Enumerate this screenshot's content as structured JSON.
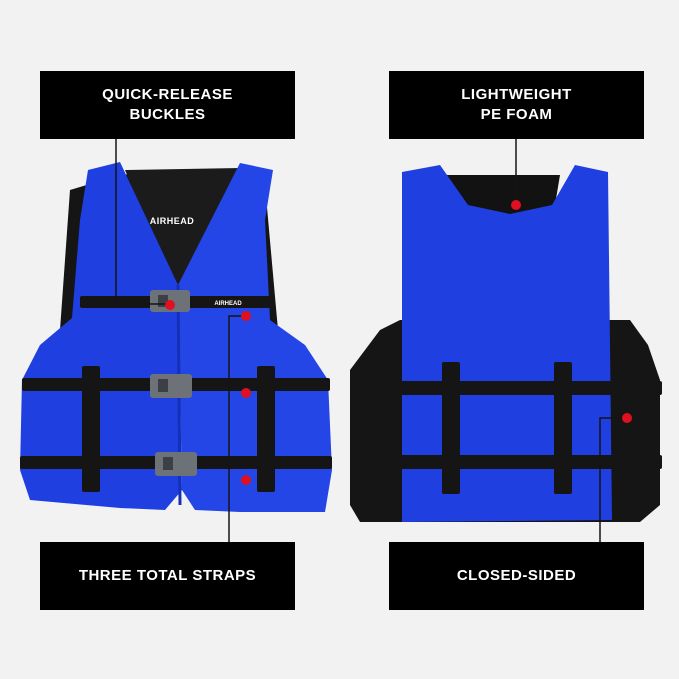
{
  "callouts": {
    "buckles": "QUICK-RELEASE\nBUCKLES",
    "foam": "LIGHTWEIGHT\nPE FOAM",
    "straps": "THREE TOTAL STRAPS",
    "sides": "CLOSED-SIDED"
  },
  "brand": {
    "collar_logo": "AIRHEAD",
    "strap_logo": "AIRHEAD"
  },
  "colors": {
    "vest_blue": "#1f3fe0",
    "vest_blue_dark": "#1430b8",
    "strap_black": "#151515",
    "buckle_gray": "#6d7278",
    "marker_red": "#e01020",
    "background": "#f2f2f2"
  }
}
